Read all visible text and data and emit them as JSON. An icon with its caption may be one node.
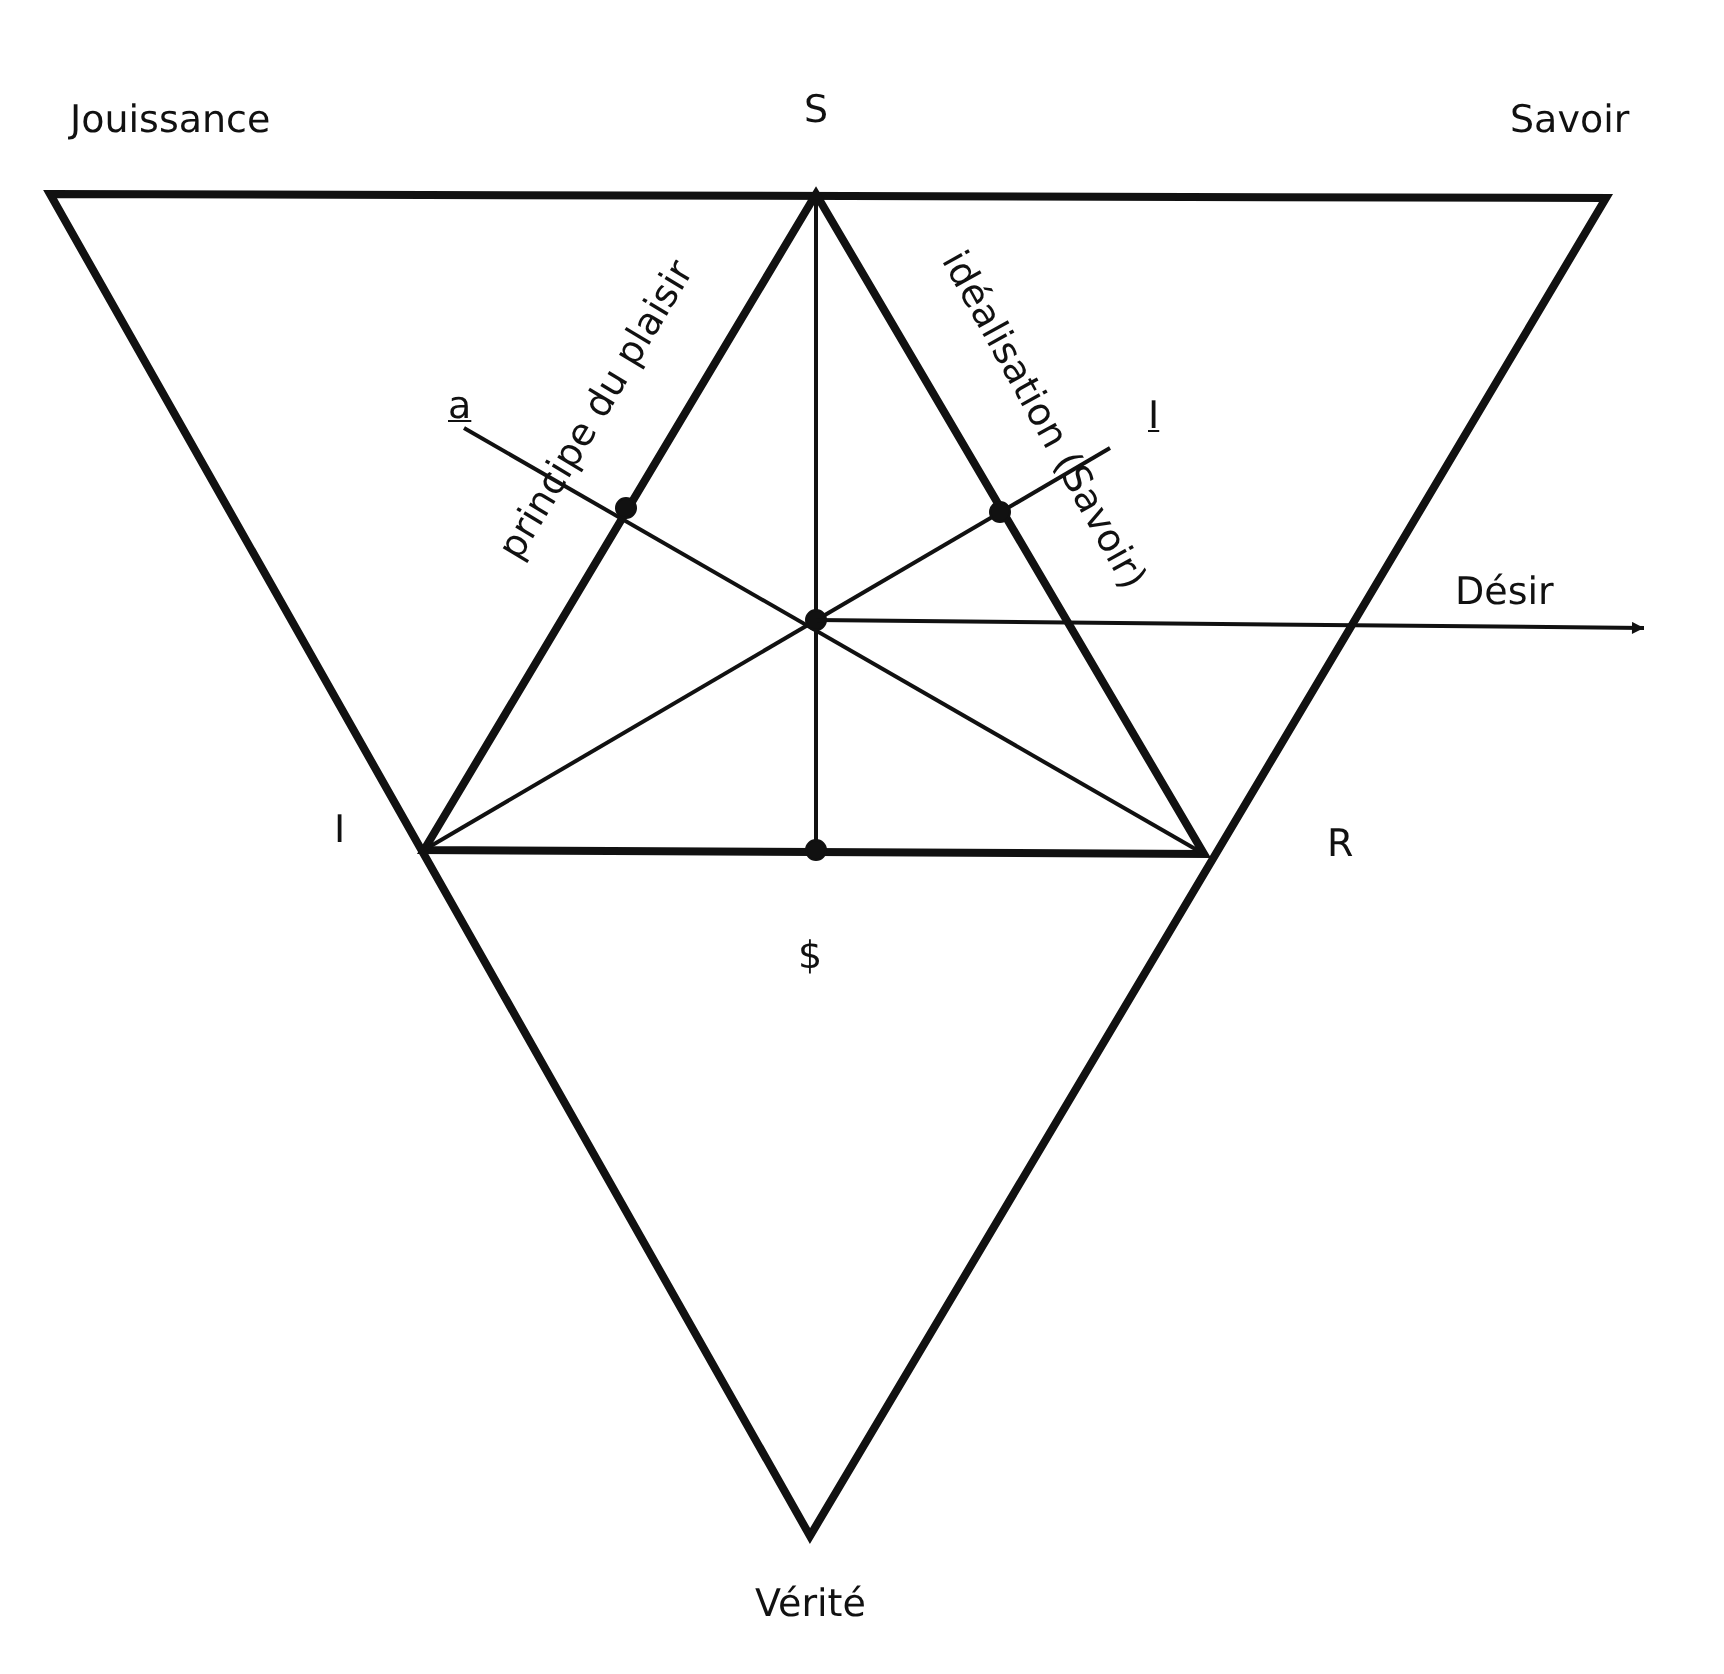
{
  "diagram": {
    "labels": [
      "Jouissance",
      "S",
      "Savoir",
      "a",
      "principe du plaisir",
      "idéalisation (Savoir)",
      "I",
      "Désir",
      "I",
      "R",
      "$",
      "Vérité"
    ]
  }
}
